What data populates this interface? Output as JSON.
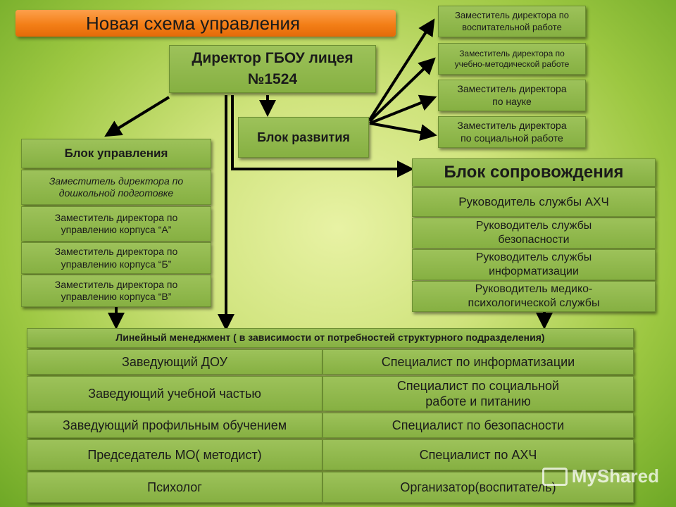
{
  "title": "Новая схема управления",
  "director": {
    "line1": "Директор ГБОУ лицея",
    "line2": "№1524"
  },
  "development_block": {
    "label": "Блок развития",
    "deputies": [
      {
        "line1": "Заместитель директора по",
        "line2": "воспитательной работе"
      },
      {
        "line1": "Заместитель директора по",
        "line2": "учебно-методической работе"
      },
      {
        "line1": "Заместитель директора",
        "line2": "по науке"
      },
      {
        "line1": "Заместитель директора",
        "line2": "по социальной работе"
      }
    ]
  },
  "management_block": {
    "label": "Блок управления",
    "items": [
      {
        "line1": "Заместитель директора по",
        "line2": "дошкольной подготовке"
      },
      {
        "line1": "Заместитель директора по",
        "line2": "управлению корпуса “А”"
      },
      {
        "line1": "Заместитель директора по",
        "line2": "управлению корпуса “Б”"
      },
      {
        "line1": "Заместитель директора по",
        "line2": "управлению корпуса “В”"
      }
    ]
  },
  "support_block": {
    "label": "Блок сопровождения",
    "items": [
      {
        "line1": "Руководитель службы АХЧ",
        "line2": ""
      },
      {
        "line1": "Руководитель службы",
        "line2": "безопасности"
      },
      {
        "line1": "Руководитель службы",
        "line2": "информатизации"
      },
      {
        "line1": "Руководитель медико-",
        "line2": "психологической службы"
      }
    ]
  },
  "linear": {
    "header": "Линейный менеджмент ( в зависимости от потребностей структурного подразделения)",
    "left": [
      {
        "line1": "Заведующий ДОУ",
        "line2": ""
      },
      {
        "line1": "Заведующий учебной частью",
        "line2": ""
      },
      {
        "line1": "Заведующий профильным обучением",
        "line2": ""
      },
      {
        "line1": "Председатель МО( методист)",
        "line2": ""
      },
      {
        "line1": "Психолог",
        "line2": ""
      }
    ],
    "right": [
      {
        "line1": "Специалист по информатизации",
        "line2": ""
      },
      {
        "line1": "Специалист по социальной",
        "line2": "работе и питанию"
      },
      {
        "line1": "Специалист по безопасности",
        "line2": ""
      },
      {
        "line1": "Специалист по АХЧ",
        "line2": ""
      },
      {
        "line1": "Организатор(воспитатель)",
        "line2": ""
      }
    ]
  },
  "watermark": "MyShared"
}
